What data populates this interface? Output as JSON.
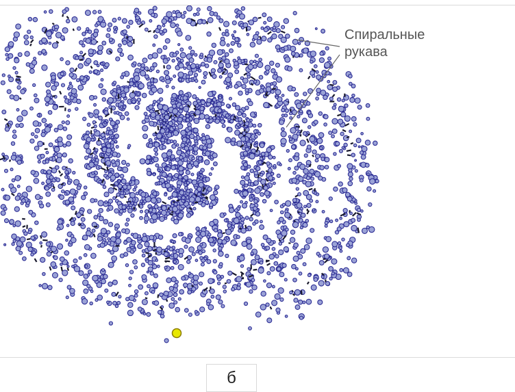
{
  "figure": {
    "annotation": {
      "line1": "Спиральные",
      "line2": "рукава"
    },
    "sublabel": "б",
    "colors": {
      "stars": "#2c2c94",
      "star_fill": "#9aa2d6",
      "dark_marks": "#1a1a2e",
      "sun": "#e8e800",
      "sun_ring": "#8a7a00",
      "pointer": "#666666"
    },
    "icons": [
      "spiral-galaxy-illustration",
      "sun-marker-icon"
    ]
  }
}
